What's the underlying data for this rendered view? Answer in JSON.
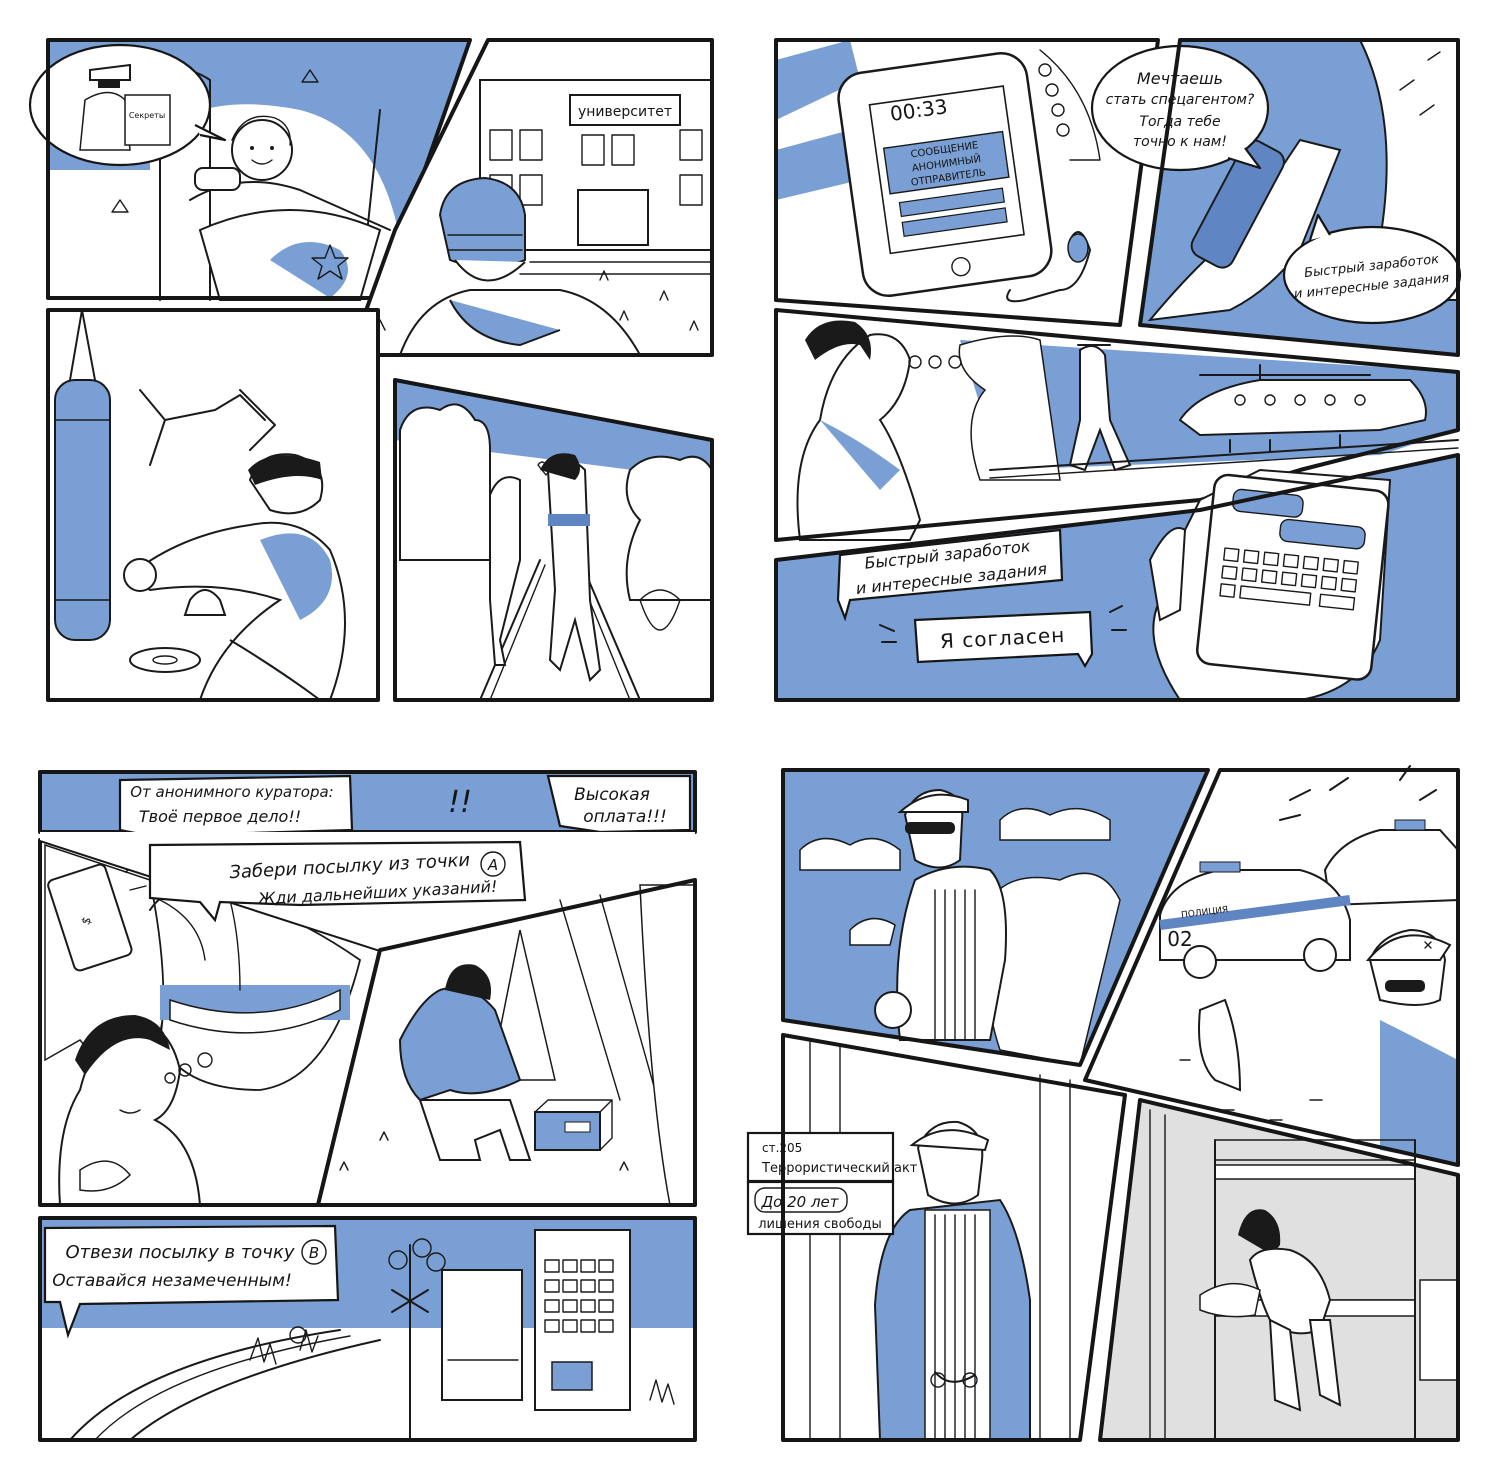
{
  "page1": {
    "panel1": {
      "dream_book_text": "Секреты"
    },
    "panel2": {
      "building_sign": "университет"
    }
  },
  "page2": {
    "phone_time": "00:33",
    "phone_notification": [
      "СООБЩЕНИЕ",
      "АНОНИМНЫЙ",
      "ОТПРАВИТЕЛЬ"
    ],
    "bubble_offer": [
      "Мечтаешь",
      "стать спецагентом?",
      "Тогда тебе",
      "точно к нам!"
    ],
    "bubble_quick_money": [
      "Быстрый заработок",
      "и интересные задания"
    ],
    "chat_message": [
      "Быстрый заработок",
      "и интересные задания"
    ],
    "reply_button": "Я согласен"
  },
  "page3": {
    "curator_caption": [
      "От анонимного куратора:",
      "Твоё первое дело!!"
    ],
    "exclaim": "!!",
    "high_pay": [
      "Высокая",
      "оплата!!!"
    ],
    "task_a": [
      "Забери посылку из точки",
      "Жди дальнейших указаний!"
    ],
    "point_a": "А",
    "task_b": [
      "Отвези посылку в точку",
      "Оставайся незамеченным!"
    ],
    "point_b": "В",
    "wrapper_text": "$"
  },
  "page4": {
    "police_car_number": "02",
    "police_label": "ПОЛИЦИЯ",
    "article_caption": [
      "ст.205",
      "Террористический акт"
    ],
    "sentence_caption": [
      "До 20 лет",
      "лишения свободы"
    ]
  },
  "colors": {
    "accent_blue": "#7a9fd4",
    "ink": "#161616",
    "paper": "#ffffff"
  }
}
